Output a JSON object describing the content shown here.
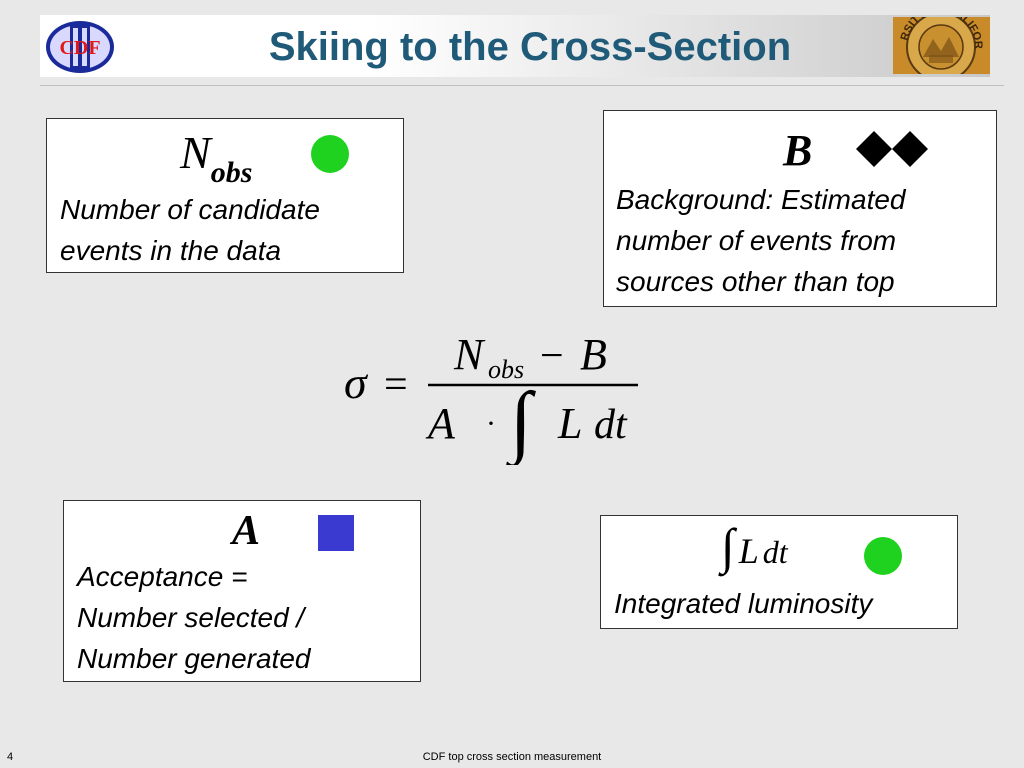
{
  "slide": {
    "title": "Skiing to the Cross-Section",
    "footer": "CDF top cross section measurement",
    "page_number": "4"
  },
  "logos": {
    "left_text": "CDF",
    "right_text": "RSITY OF CALIFOR"
  },
  "boxes": {
    "nobs": {
      "symbol": "N",
      "subscript": "obs",
      "line1": "Number of candidate",
      "line2": "events in the data",
      "marker": "green-circle",
      "marker_color": "#1fd21f"
    },
    "background": {
      "symbol": "B",
      "line1": "Background: Estimated",
      "line2": "number of events from",
      "line3": "sources other than top",
      "marker": "two-black-diamonds",
      "marker_color": "#000000"
    },
    "acceptance": {
      "symbol": "A",
      "line1": "Acceptance =",
      "line2": "Number selected /",
      "line3": "Number generated",
      "marker": "blue-square",
      "marker_color": "#3a3ad0"
    },
    "luminosity": {
      "integral": "∫",
      "symbol": "L",
      "dt": "dt",
      "line1": "Integrated luminosity",
      "marker": "green-circle",
      "marker_color": "#1fd21f"
    }
  },
  "formula": {
    "lhs": "σ",
    "equals": "=",
    "num_N": "N",
    "num_obs": "obs",
    "num_minus": "−",
    "num_B": "B",
    "den_A": "A",
    "den_dot": "·",
    "den_int": "∫",
    "den_L": "L",
    "den_dt": "dt"
  }
}
